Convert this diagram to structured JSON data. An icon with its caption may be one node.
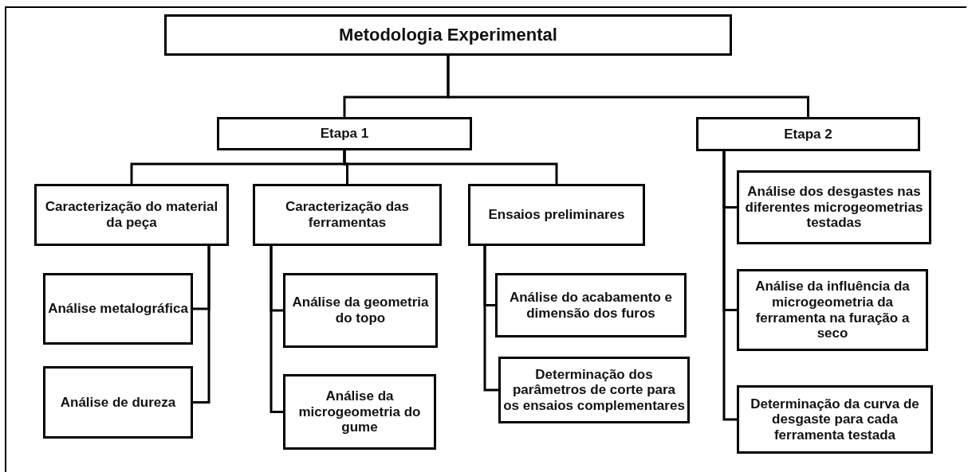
{
  "diagram": {
    "nodes": [
      {
        "text": [
          "Metodologia Experimental"
        ]
      },
      {
        "text": [
          "Etapa 1"
        ]
      },
      {
        "text": [
          "Etapa 2"
        ]
      },
      {
        "text": [
          "Caracterização do material da peça"
        ]
      },
      {
        "text": [
          "Caracterização das ferramentas"
        ]
      },
      {
        "text": [
          "Ensaios preliminares"
        ]
      },
      {
        "text": [
          "Análise metalográfica"
        ]
      },
      {
        "text": [
          "Análise de dureza"
        ]
      },
      {
        "text": [
          "Análise da geometria do topo"
        ]
      },
      {
        "text": [
          "Análise da microgeometria do gume"
        ]
      },
      {
        "text": [
          "Análise do acabamento e dimensão dos furos"
        ]
      },
      {
        "text": [
          "Determinação dos parâmetros de corte para os ensaios complementares"
        ]
      },
      {
        "text": [
          "Análise dos desgastes nas diferentes microgeometrias testadas"
        ]
      },
      {
        "text": [
          "Análise da influência da microgeometria da ferramenta na furação a seco"
        ]
      },
      {
        "text": [
          "Determinação da curva de desgaste para cada ferramenta testada"
        ]
      }
    ],
    "edges": [
      {
        "from": 0,
        "to": 1,
        "arrow": "none"
      },
      {
        "from": 0,
        "to": 2,
        "arrow": "none"
      },
      {
        "from": 1,
        "to": 3,
        "arrow": "none"
      },
      {
        "from": 1,
        "to": 4,
        "arrow": "none"
      },
      {
        "from": 1,
        "to": 5,
        "arrow": "none"
      },
      {
        "from": 3,
        "to": 6,
        "arrow": "none"
      },
      {
        "from": 3,
        "to": 7,
        "arrow": "none"
      },
      {
        "from": 4,
        "to": 8,
        "arrow": "none"
      },
      {
        "from": 4,
        "to": 9,
        "arrow": "none"
      },
      {
        "from": 5,
        "to": 10,
        "arrow": "none"
      },
      {
        "from": 5,
        "to": 11,
        "arrow": "none"
      },
      {
        "from": 2,
        "to": 12,
        "arrow": "none"
      },
      {
        "from": 2,
        "to": 13,
        "arrow": "none"
      },
      {
        "from": 2,
        "to": 14,
        "arrow": "none"
      }
    ]
  }
}
